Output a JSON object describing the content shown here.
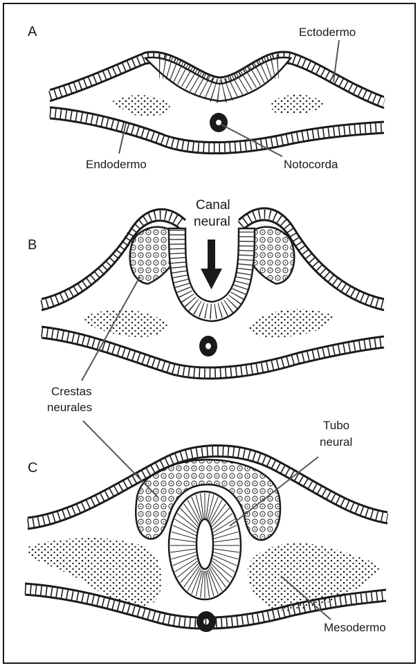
{
  "panels": {
    "a": {
      "letter": "A"
    },
    "b": {
      "letter": "B"
    },
    "c": {
      "letter": "C"
    }
  },
  "labels": {
    "ectodermo": "Ectodermo",
    "endodermo": "Endodermo",
    "notocorda": "Notocorda",
    "canal_line1": "Canal",
    "canal_line2": "neural",
    "crestas_line1": "Crestas",
    "crestas_line2": "neurales",
    "tubo_line1": "Tubo",
    "tubo_line2": "neural",
    "mesodermo": "Mesodermo"
  },
  "colors": {
    "ink": "#1a1a1a",
    "paper": "#ffffff"
  }
}
